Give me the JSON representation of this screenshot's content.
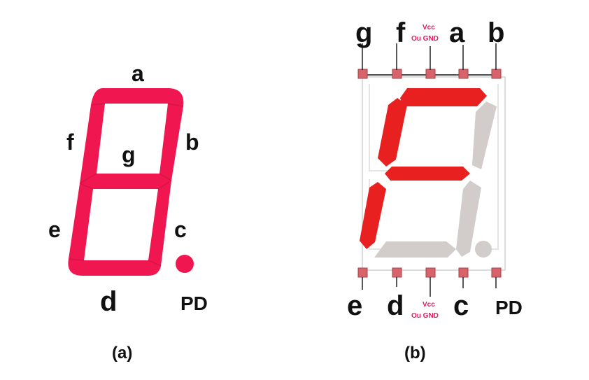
{
  "panel_a": {
    "caption": "(a)",
    "segment_labels": {
      "a": "a",
      "b": "b",
      "c": "c",
      "d": "d",
      "e": "e",
      "f": "f",
      "g": "g"
    },
    "decimal_point_label": "PD",
    "color": "#f0164f"
  },
  "panel_b": {
    "caption": "(b)",
    "top_pins": [
      "g",
      "f",
      "Vcc",
      "a",
      "b"
    ],
    "top_common_note": "Ou GND",
    "bottom_pins": [
      "e",
      "d",
      "Vcc",
      "c",
      "PD"
    ],
    "bottom_common_note": "Ou GND",
    "lit_color": "#e8201f",
    "unlit_color": "#d2cccb",
    "pin_color": "#d9636a"
  }
}
